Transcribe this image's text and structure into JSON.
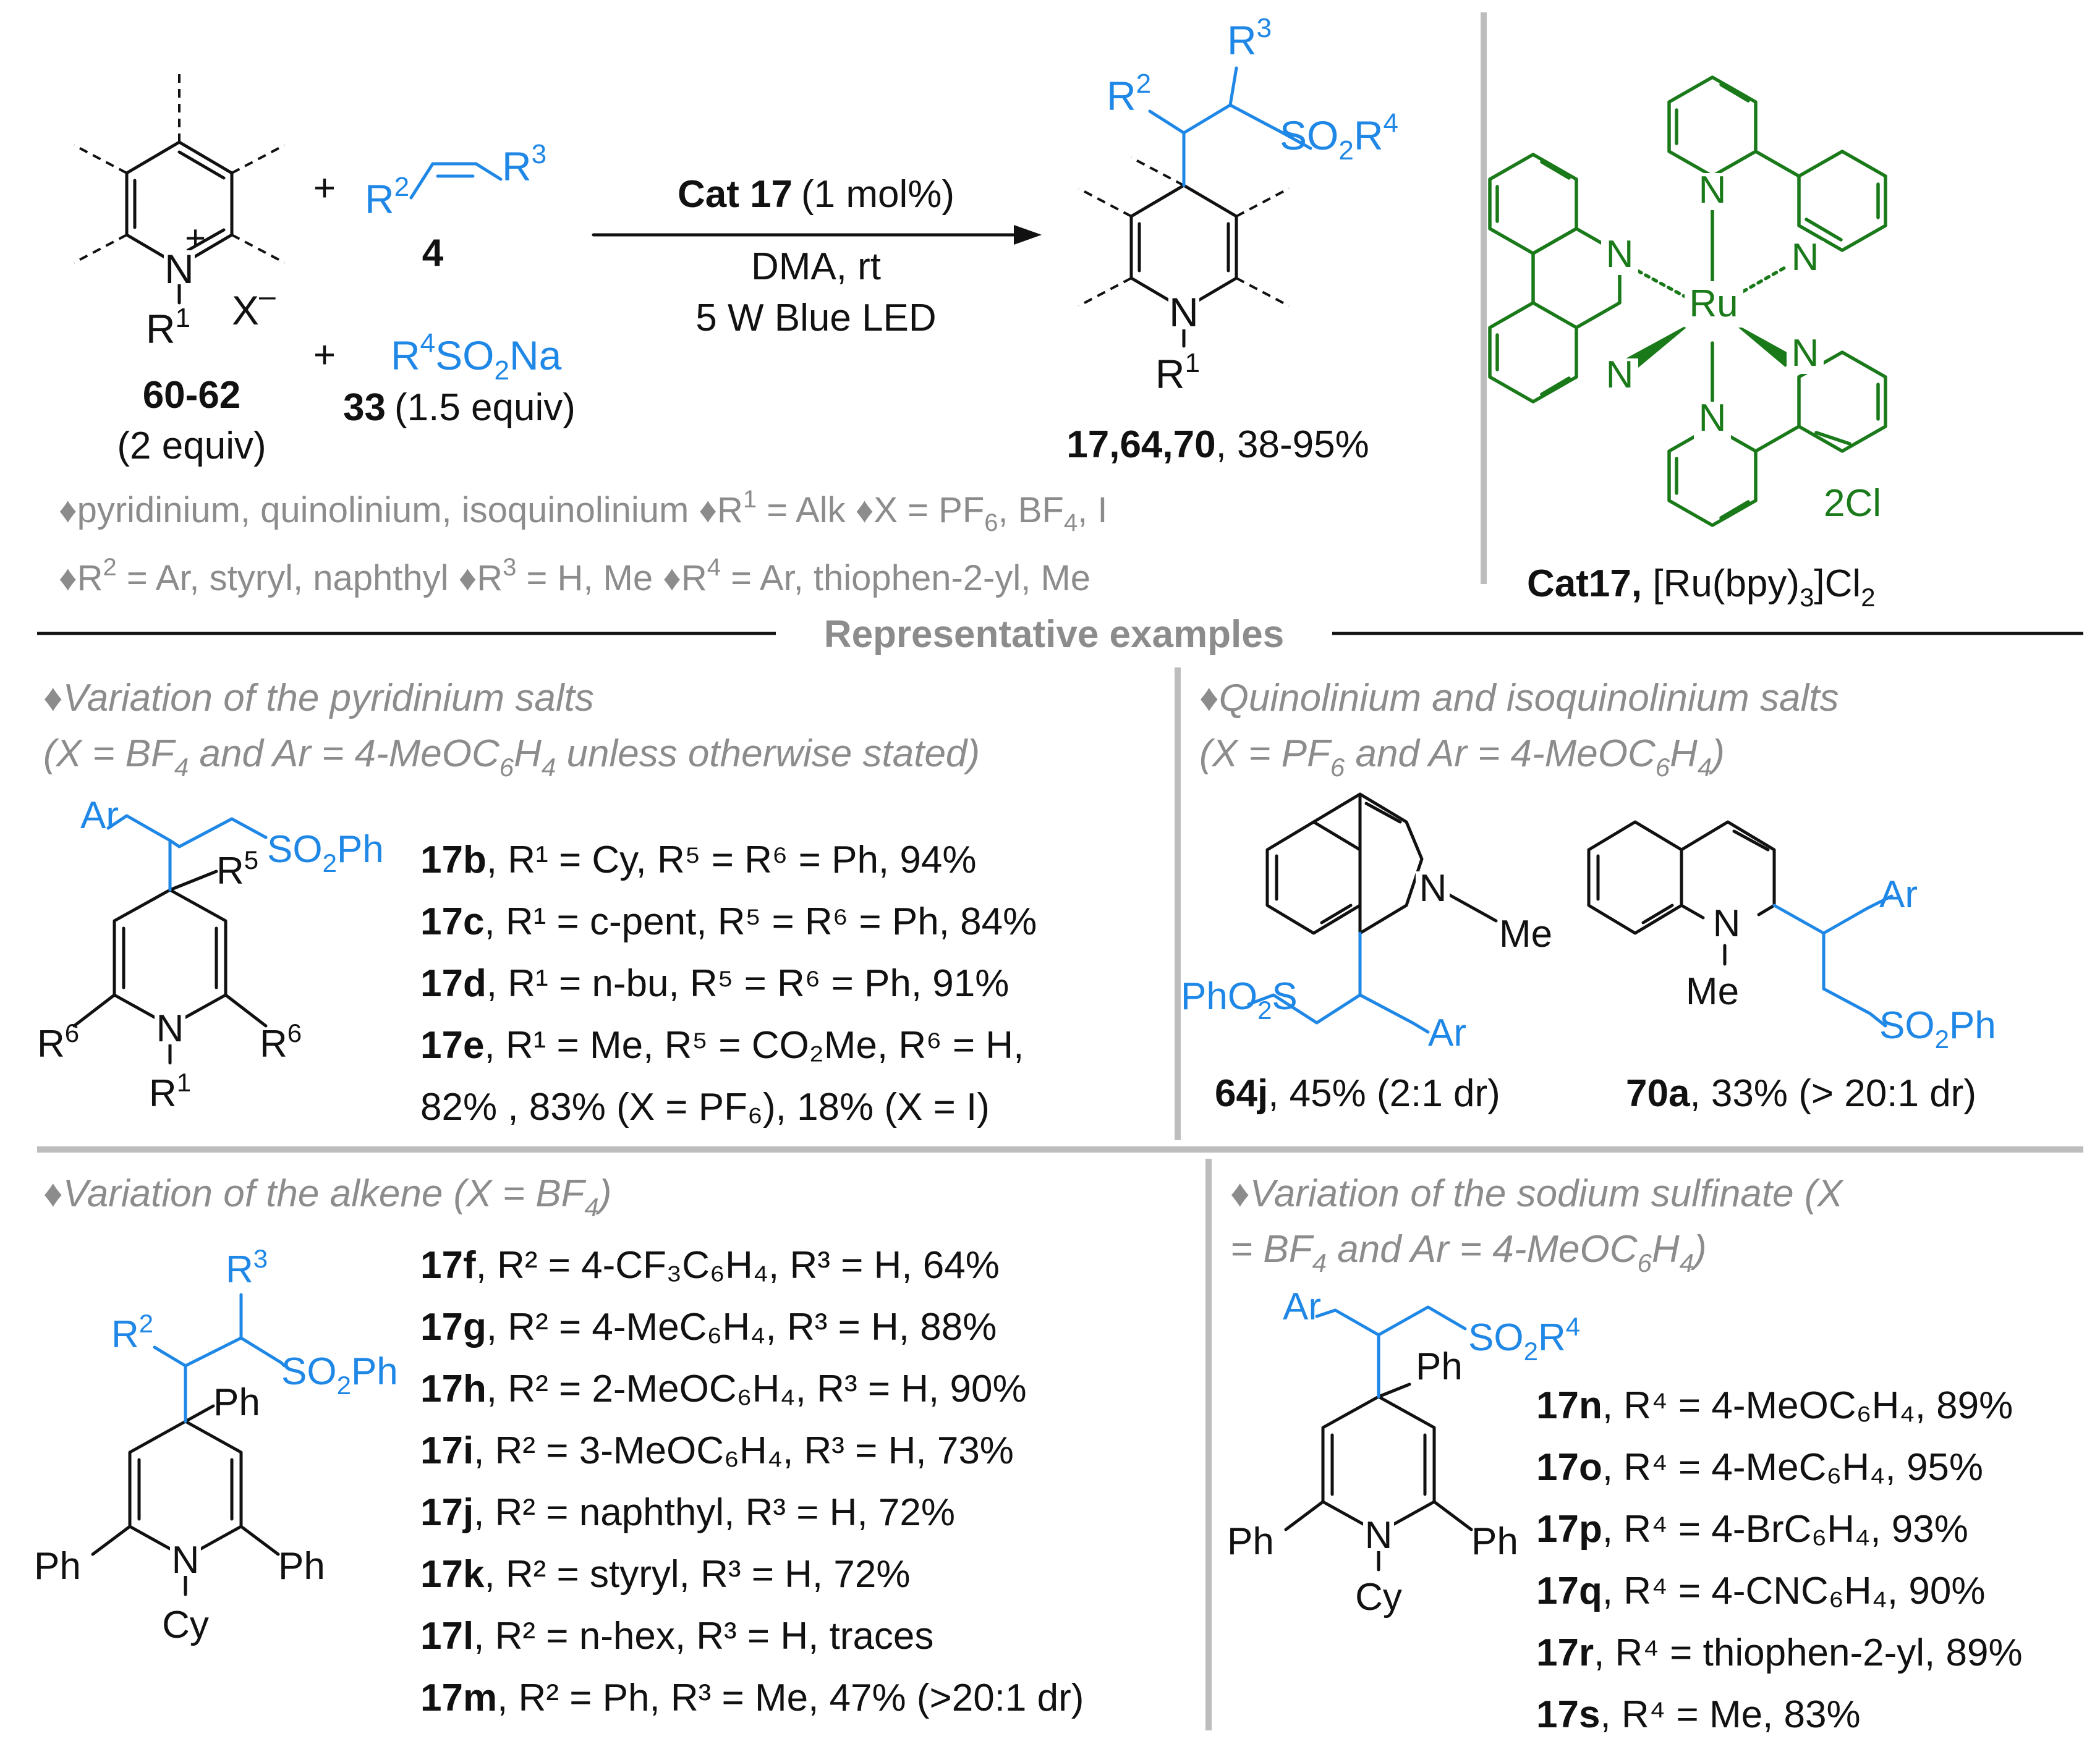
{
  "scheme": {
    "reactants": {
      "pyridinium": {
        "charge": "+",
        "N": "N",
        "R": "R",
        "R_sup": "1",
        "X": "X",
        "X_charge": "–",
        "id": "60-62",
        "equiv": "(2 equiv)"
      },
      "plus": "+",
      "alkene": {
        "R2": "R",
        "R2_sup": "2",
        "R3": "R",
        "R3_sup": "3",
        "id": "4"
      },
      "sulfinate": {
        "text_R": "R",
        "text_sup": "4",
        "text_rest": "SO",
        "text_sub": "2",
        "text_na": "Na",
        "id": "33",
        "equiv": "(1.5 equiv)"
      }
    },
    "conditions": {
      "catalyst": "Cat 17",
      "loading": "(1 mol%)",
      "solvent": "DMA, rt",
      "light": "5 W Blue LED"
    },
    "product": {
      "ids": "17,64,70",
      "yield": ", 38-95%",
      "N": "N",
      "R1": "R",
      "R1_sup": "1",
      "R2": "R",
      "R2_sup": "2",
      "R3": "R",
      "R3_sup": "3",
      "SO2R4": "SO",
      "SO2_sub": "2",
      "R4": "R",
      "R4_sup": "4"
    },
    "scope_notes": {
      "line1": [
        "♦pyridinium, quinolinium, isoquinolinium ",
        "♦R",
        "1",
        " = Alk ",
        "♦X = PF",
        "6",
        ", BF",
        "4",
        ", I"
      ],
      "line2": [
        "♦R",
        "2",
        " = Ar, styryl, naphthyl ",
        "♦R",
        "3",
        " = H, Me ",
        "♦R",
        "4",
        " = Ar, thiophen-2-yl, Me"
      ]
    },
    "catalyst_box": {
      "metal": "Ru",
      "N": "N",
      "counterion": "2Cl",
      "label_bold": "Cat17,",
      "label_rest": " [Ru(bpy)",
      "label_sub": "3",
      "label_end": "]Cl",
      "label_sub2": "2"
    }
  },
  "section_title": "Representative examples",
  "panels": {
    "pyridinium": {
      "heading": "♦Variation of the pyridinium salts",
      "subheading": [
        "(X = BF",
        "4",
        " and Ar = 4-MeOC",
        "6",
        "H",
        "4",
        " unless otherwise stated)"
      ],
      "structure": {
        "Ar": "Ar",
        "SO2Ph": [
          "SO",
          "2",
          "Ph"
        ],
        "R5": [
          "R",
          "5"
        ],
        "R6": [
          "R",
          "6"
        ],
        "N": "N",
        "R1": [
          "R",
          "1"
        ]
      },
      "entries": [
        {
          "id": "17b",
          "text": ", R¹ = Cy, R⁵ = R⁶ = Ph, 94%"
        },
        {
          "id": "17c",
          "text": ", R¹ = c-pent, R⁵ = R⁶ = Ph, 84%"
        },
        {
          "id": "17d",
          "text": ", R¹ = n-bu, R⁵ = R⁶ = Ph, 91%"
        },
        {
          "id": "17e",
          "text": ", R¹ = Me, R⁵ = CO₂Me, R⁶ = H,"
        },
        {
          "id": "",
          "text": "82% , 83% (X = PF₆), 18% (X = I)"
        }
      ]
    },
    "quinolinium": {
      "heading": "♦Quinolinium and isoquinolinium salts",
      "subheading": [
        "(X = PF",
        "6",
        " and Ar = 4-MeOC",
        "6",
        "H",
        "4",
        ")"
      ],
      "iso": {
        "N": "N",
        "Me": "Me",
        "PhO2S": [
          "PhO",
          "2",
          "S"
        ],
        "Ar": "Ar",
        "id": "64j",
        "result": ", 45% (2:1 dr)"
      },
      "quin": {
        "N": "N",
        "Me": "Me",
        "Ar": "Ar",
        "SO2Ph": [
          "SO",
          "2",
          "Ph"
        ],
        "id": "70a",
        "result": ", 33% (> 20:1 dr)"
      }
    },
    "alkene": {
      "heading": "♦Variation of the alkene (X = BF",
      "heading_sub": "4",
      "heading_end": ")",
      "structure": {
        "R2": [
          "R",
          "2"
        ],
        "R3": [
          "R",
          "3"
        ],
        "SO2Ph": [
          "SO",
          "2",
          "Ph"
        ],
        "Ph": "Ph",
        "N": "N",
        "Cy": "Cy"
      },
      "entries": [
        {
          "id": "17f",
          "text": ", R² = 4-CF₃C₆H₄, R³ = H, 64%"
        },
        {
          "id": "17g",
          "text": ", R² = 4-MeC₆H₄, R³ = H, 88%"
        },
        {
          "id": "17h",
          "text": ", R² = 2-MeOC₆H₄, R³ = H, 90%"
        },
        {
          "id": "17i",
          "text": ", R² = 3-MeOC₆H₄, R³ = H, 73%"
        },
        {
          "id": "17j",
          "text": ", R² = naphthyl, R³ = H, 72%"
        },
        {
          "id": "17k",
          "text": ", R² = styryl, R³ = H, 72%"
        },
        {
          "id": "17l",
          "text": ", R² = n-hex, R³ = H, traces"
        },
        {
          "id": "17m",
          "text": ", R² = Ph, R³ = Me, 47% (>20:1 dr)"
        }
      ]
    },
    "sulfinate": {
      "heading": "♦Variation of the sodium sulfinate (X",
      "subheading": [
        "= BF",
        "4",
        " and Ar = 4-MeOC",
        "6",
        "H",
        "4",
        ")"
      ],
      "structure": {
        "Ar": "Ar",
        "SO2R4": [
          "SO",
          "2",
          "R",
          "4"
        ],
        "Ph": "Ph",
        "N": "N",
        "Cy": "Cy"
      },
      "entries": [
        {
          "id": "17n",
          "text": ", R⁴ = 4-MeOC₆H₄, 89%"
        },
        {
          "id": "17o",
          "text": ", R⁴ = 4-MeC₆H₄, 95%"
        },
        {
          "id": "17p",
          "text": ", R⁴ = 4-BrC₆H₄, 93%"
        },
        {
          "id": "17q",
          "text": ", R⁴ = 4-CNC₆H₄, 90%"
        },
        {
          "id": "17r",
          "text": ", R⁴ = thiophen-2-yl, 89%"
        },
        {
          "id": "17s",
          "text": ", R⁴ = Me, 83%"
        }
      ]
    }
  },
  "colors": {
    "substituent": "#1f87e6",
    "catalyst": "#1a7a1a",
    "note": "#8c8c8c",
    "text": "#111111"
  }
}
